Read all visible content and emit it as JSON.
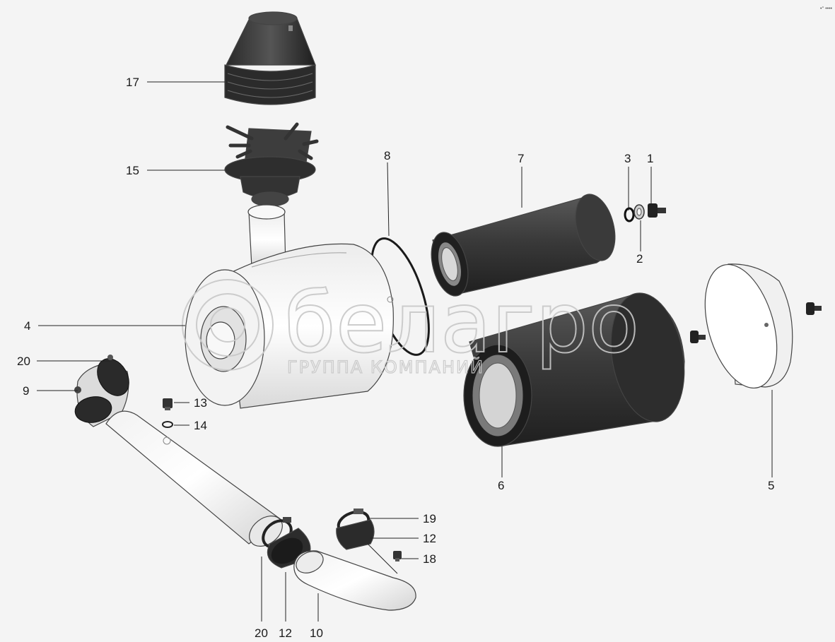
{
  "corner_mark": "•° ••••",
  "watermark": {
    "brand": "белагро",
    "subtitle": "ГРУППА КОМПАНИЙ"
  },
  "callouts": [
    {
      "id": "c1",
      "label": "1"
    },
    {
      "id": "c2",
      "label": "2"
    },
    {
      "id": "c3",
      "label": "3"
    },
    {
      "id": "c4",
      "label": "4"
    },
    {
      "id": "c5",
      "label": "5"
    },
    {
      "id": "c6",
      "label": "6"
    },
    {
      "id": "c7",
      "label": "7"
    },
    {
      "id": "c8",
      "label": "8"
    },
    {
      "id": "c9",
      "label": "9"
    },
    {
      "id": "c10",
      "label": "10"
    },
    {
      "id": "c12a",
      "label": "12"
    },
    {
      "id": "c12b",
      "label": "12"
    },
    {
      "id": "c13",
      "label": "13"
    },
    {
      "id": "c14",
      "label": "14"
    },
    {
      "id": "c15",
      "label": "15"
    },
    {
      "id": "c17",
      "label": "17"
    },
    {
      "id": "c18",
      "label": "18"
    },
    {
      "id": "c19",
      "label": "19"
    },
    {
      "id": "c20a",
      "label": "20"
    },
    {
      "id": "c20b",
      "label": "20"
    }
  ]
}
